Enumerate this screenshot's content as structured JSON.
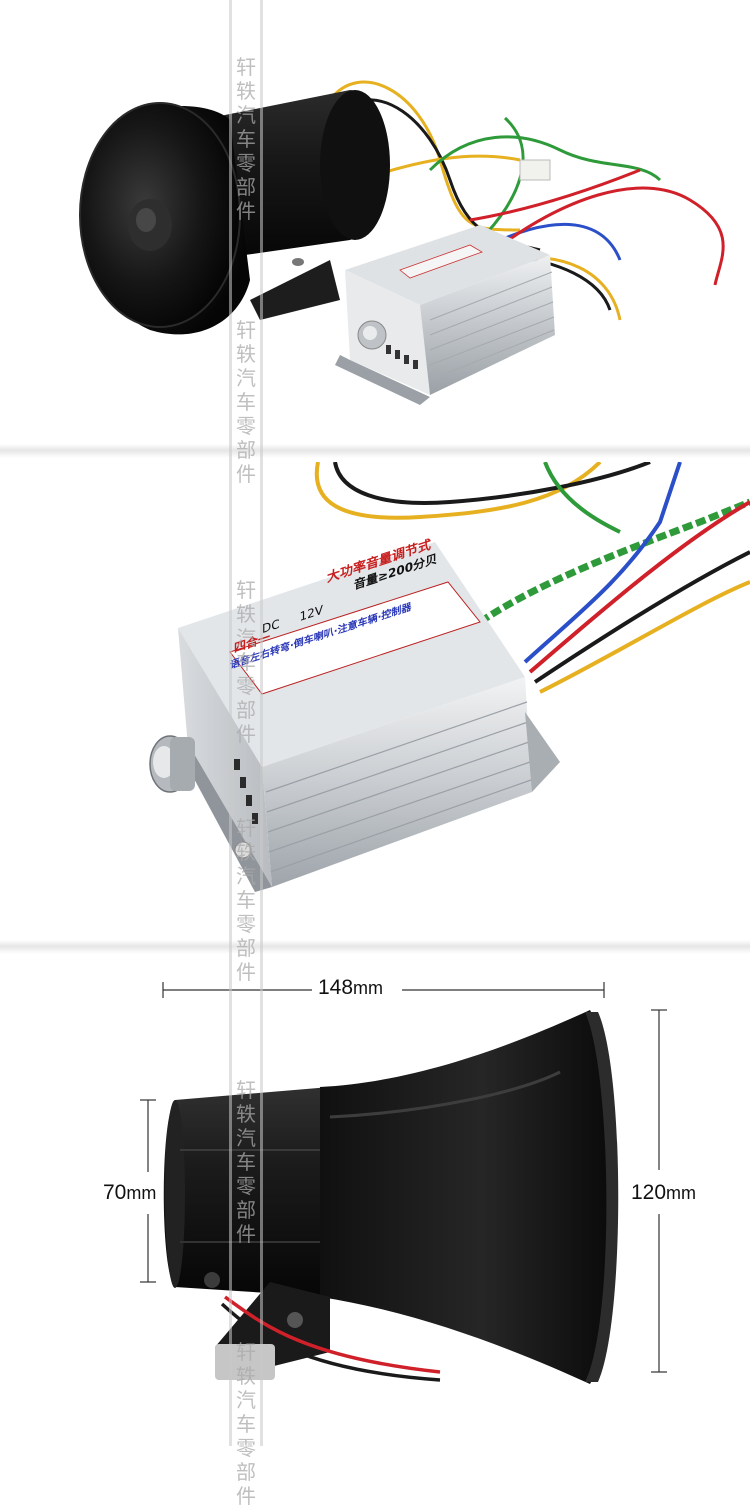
{
  "watermark": {
    "text": "轩轶汽车零部件"
  },
  "panel2": {
    "label_line1": "大功率音量调节式",
    "label_line2": "四合一",
    "label_line3_a": "DC",
    "label_line3_b": "12V",
    "label_line3_c": "音量≥200分贝",
    "label_line4": "语音左右转弯·倒车喇叭·注意车辆·控制器"
  },
  "dimensions": {
    "length": {
      "value": "148",
      "unit": "mm"
    },
    "diameter_back": {
      "value": "70",
      "unit": "mm"
    },
    "diameter_horn": {
      "value": "120",
      "unit": "mm"
    }
  },
  "colors": {
    "wire_red": "#d0202a",
    "wire_yellow": "#e6b020",
    "wire_green": "#2e9a3a",
    "wire_blue": "#2a4fc8",
    "wire_black": "#1a1a1a",
    "horn_body": "#141414",
    "box_silver": "#c8ccd0"
  }
}
